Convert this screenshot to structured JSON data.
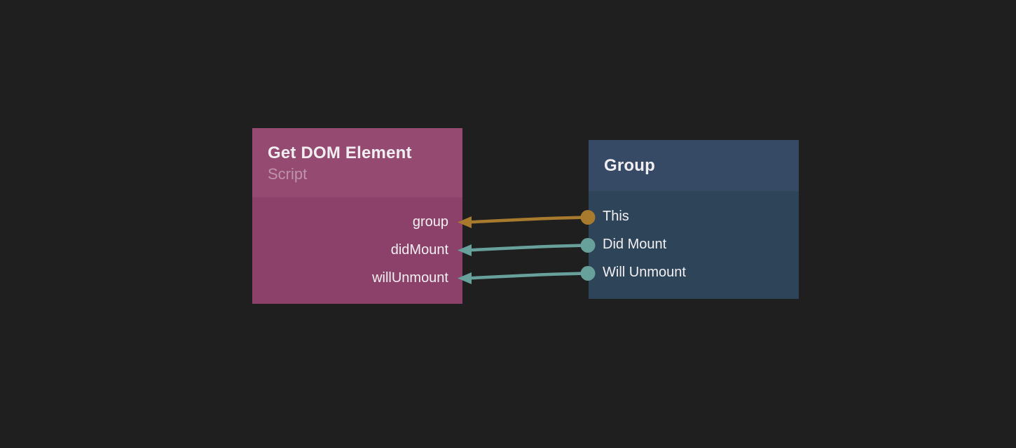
{
  "canvas": {
    "background_color": "#1f1f1f",
    "kind": "node-graph-editor"
  },
  "nodes": [
    {
      "id": "get-dom-element",
      "title": "Get DOM Element",
      "subtitle": "Script",
      "header_color": "#954a71",
      "body_color": "#8b4169",
      "ports": [
        {
          "label": "group",
          "side": "right",
          "type": "object-input"
        },
        {
          "label": "didMount",
          "side": "right",
          "type": "event-input"
        },
        {
          "label": "willUnmount",
          "side": "right",
          "type": "event-input"
        }
      ]
    },
    {
      "id": "group",
      "title": "Group",
      "header_color": "#364a66",
      "body_color": "#2e4459",
      "ports": [
        {
          "label": "This",
          "side": "left",
          "type": "object-output",
          "color": "#a87a2d"
        },
        {
          "label": "Did Mount",
          "side": "left",
          "type": "event-output",
          "color": "#68a19c"
        },
        {
          "label": "Will Unmount",
          "side": "left",
          "type": "event-output",
          "color": "#68a19c"
        }
      ]
    }
  ],
  "wires": [
    {
      "from": "Group.This",
      "to": "Get DOM Element.group",
      "color": "#a87a2d"
    },
    {
      "from": "Group.Did Mount",
      "to": "Get DOM Element.didMount",
      "color": "#68a19c"
    },
    {
      "from": "Group.Will Unmount",
      "to": "Get DOM Element.willUnmount",
      "color": "#68a19c"
    }
  ]
}
